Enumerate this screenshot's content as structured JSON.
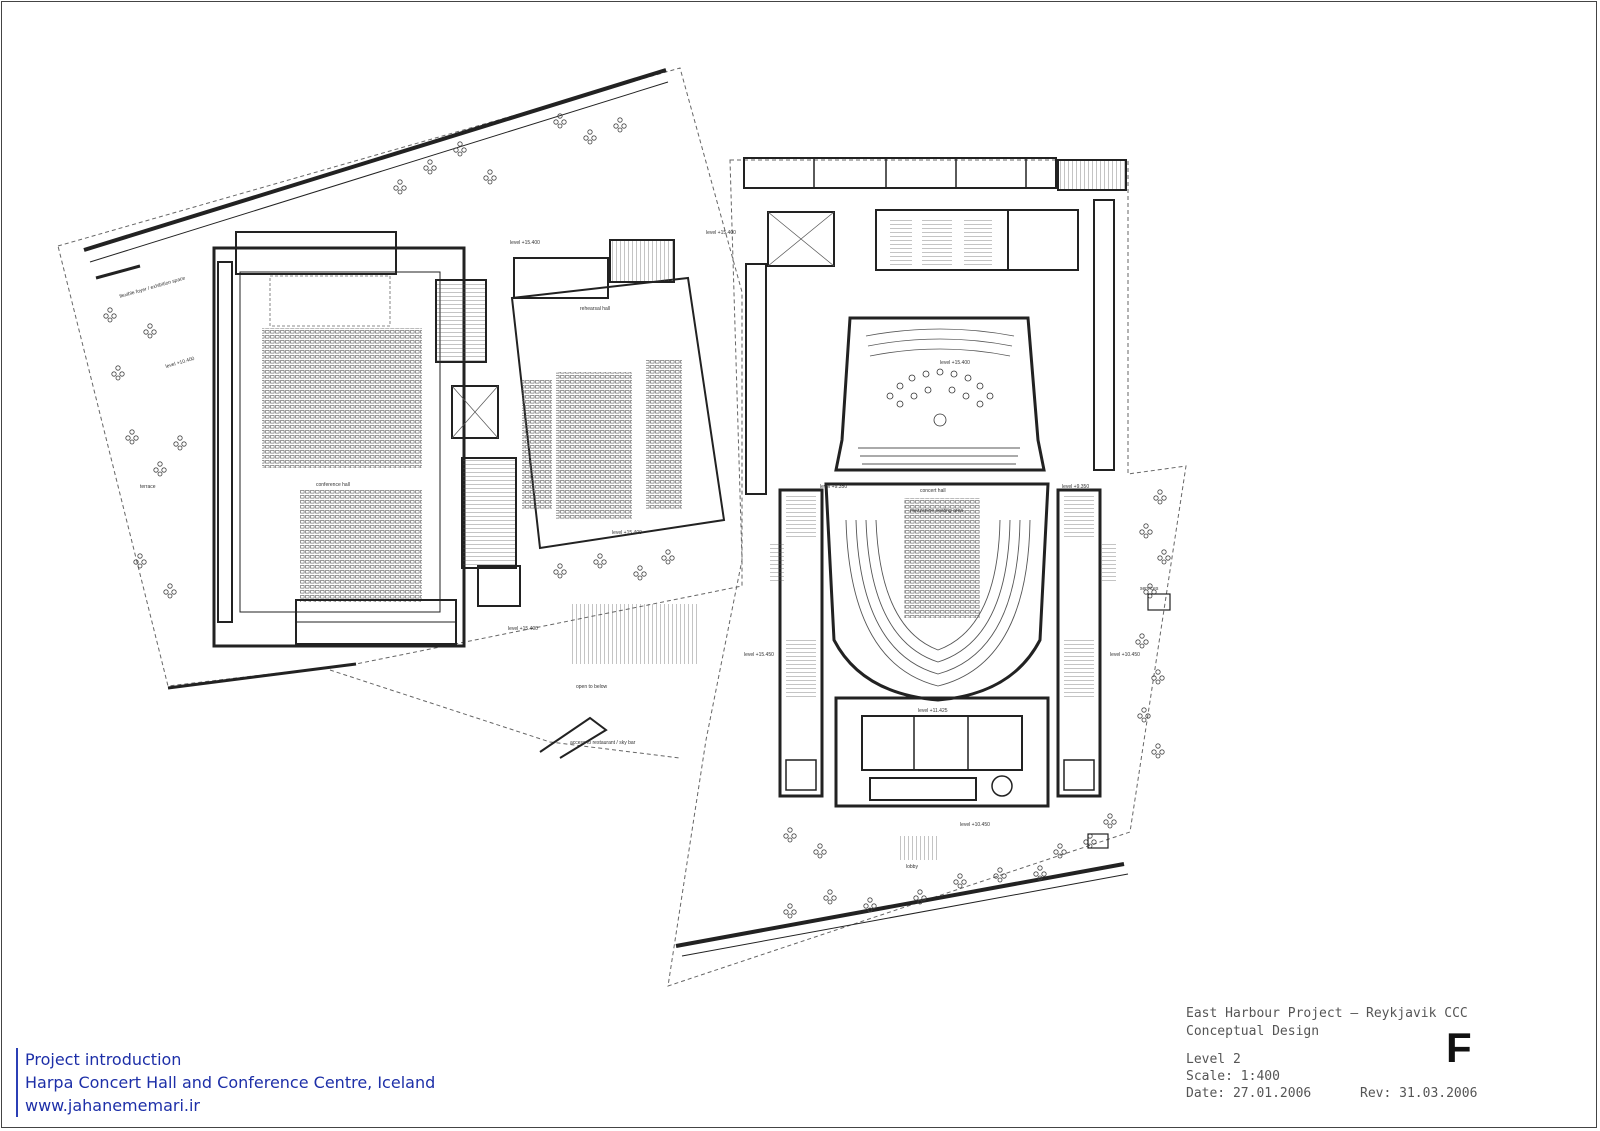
{
  "drawing": {
    "labels": {
      "lvl_west_1": "level +10.400",
      "lvl_west_2": "level +15.400",
      "lvl_center": "level +15.400",
      "lvl_hall_a": "level +15.400",
      "lvl_hall_b": "level +15.400",
      "lvl_south_west": "level +15.400",
      "lvl_concert": "level +15.400",
      "lvl_left_side": "level +15.450",
      "lvl_right_side": "level +10.450",
      "lvl_lower": "level +11.425",
      "lvl_bottom": "level +10.450",
      "lvl_small_a": "level +9.350",
      "lvl_small_b": "level +9.350",
      "conference": "conference hall",
      "concert": "concert hall",
      "rehearsal": "rehearsal hall",
      "main_seating": "mezzanine seating area",
      "open_below": "open to below",
      "access": "access to restaurant / sky bar",
      "lobby": "lobby",
      "terrace": "terrace",
      "services": "services",
      "foyer": "flexible foyer / exhibition space"
    }
  },
  "intro": {
    "line1": "Project introduction",
    "line2": "Harpa Concert Hall and Conference Centre, Iceland",
    "line3": "www.jahanememari.ir"
  },
  "title_block": {
    "project": "East Harbour Project – Reykjavik CCC",
    "phase": "Conceptual Design",
    "level": "Level 2",
    "scale_label": "Scale:",
    "scale": "1:400",
    "date_label": "Date:",
    "date": "27.01.2006",
    "rev_label": "Rev:",
    "rev": "31.03.2006",
    "sheet": "F"
  },
  "colors": {
    "line": "#333333",
    "accent": "#1d2fa8"
  }
}
